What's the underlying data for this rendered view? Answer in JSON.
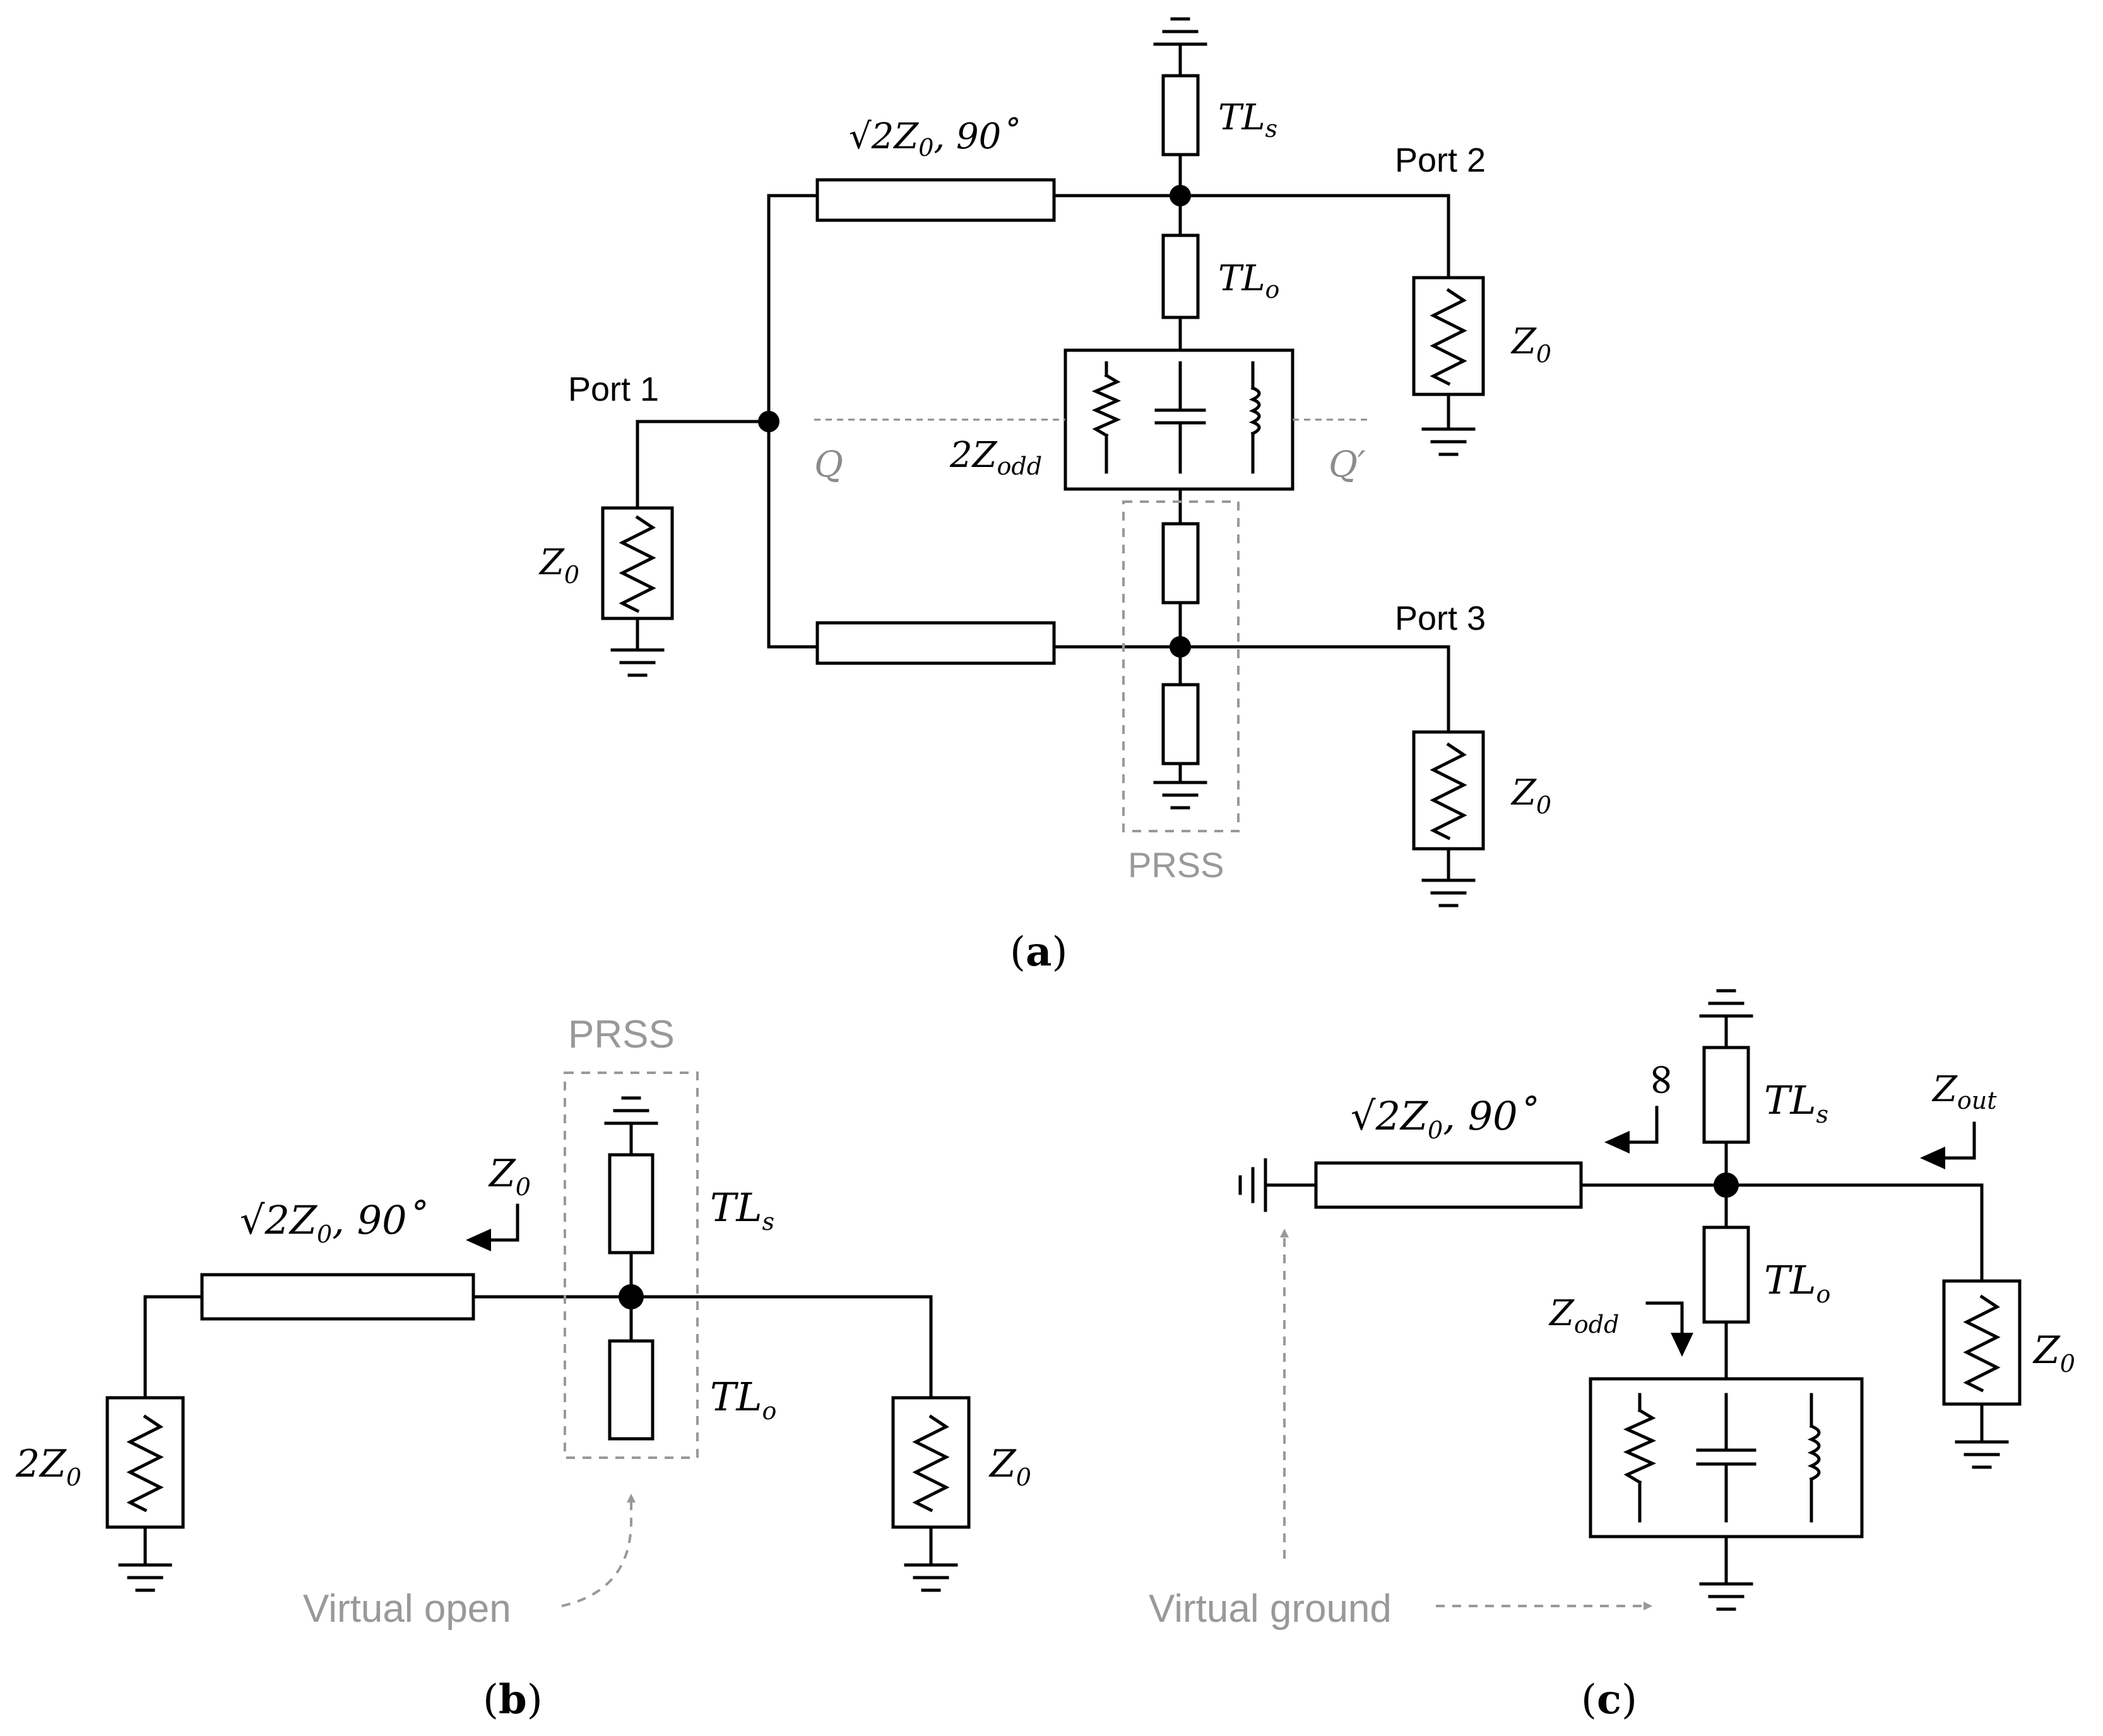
{
  "panel_a": {
    "caption_open": "(",
    "caption_letter": "a",
    "caption_close": ")",
    "port1": "Port 1",
    "port2": "Port 2",
    "port3": "Port 3",
    "tl_label_root": "√2",
    "tl_label_z": "Z",
    "tl_label_sub": "0",
    "tl_label_rest": ", 90˚",
    "tls_main": "TL",
    "tls_sub": "s",
    "tlo_main": "TL",
    "tlo_sub": "o",
    "z0_main": "Z",
    "z0_sub": "0",
    "zodd_prefix": "2Z",
    "zodd_sub": "odd",
    "q": "Q",
    "q_prime": "Q′",
    "prss": "PRSS"
  },
  "panel_b": {
    "caption_open": "(",
    "caption_letter": "b",
    "caption_close": ")",
    "prss": "PRSS",
    "tl_label_root": "√2",
    "tl_label_z": "Z",
    "tl_label_sub": "0",
    "tl_label_rest": ", 90˚",
    "z0_main": "Z",
    "z0_sub": "0",
    "two_z0_main": "2Z",
    "two_z0_sub": "0",
    "tls_main": "TL",
    "tls_sub": "s",
    "tlo_main": "TL",
    "tlo_sub": "o",
    "virtual_open": "Virtual open"
  },
  "panel_c": {
    "caption_open": "(",
    "caption_letter": "c",
    "caption_close": ")",
    "tl_label_root": "√2",
    "tl_label_z": "Z",
    "tl_label_sub": "0",
    "tl_label_rest": ", 90˚",
    "infinity": "∞",
    "tls_main": "TL",
    "tls_sub": "s",
    "tlo_main": "TL",
    "tlo_sub": "o",
    "zout_main": "Z",
    "zout_sub": "out",
    "zodd_main": "Z",
    "zodd_sub": "odd",
    "z0_main": "Z",
    "z0_sub": "0",
    "virtual_ground": "Virtual ground"
  }
}
